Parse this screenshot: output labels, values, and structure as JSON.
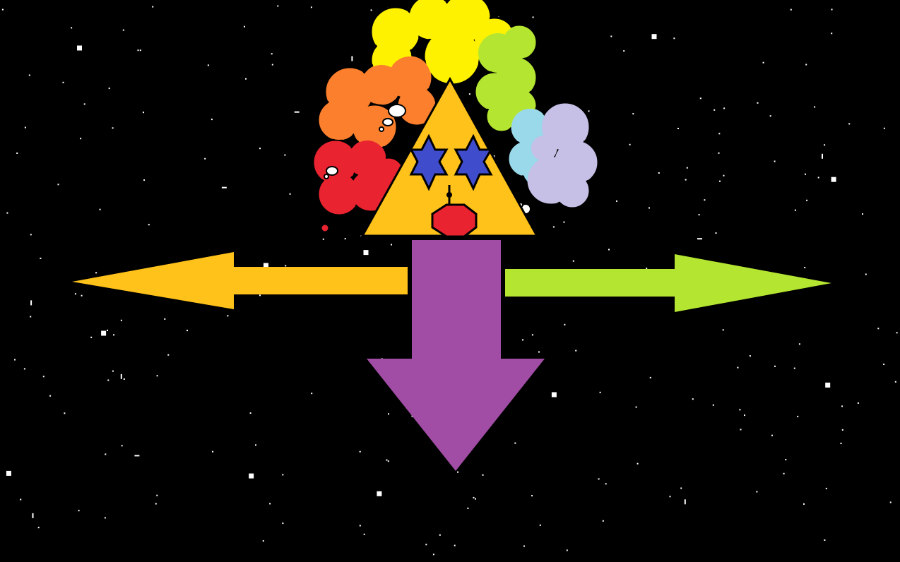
{
  "background_color": "#000000",
  "star_color": "#ffffff",
  "figure": {
    "body_color": "#ffc21a",
    "eye_color": "#3f4ccc",
    "mouth_color": "#ea2330",
    "outline_color": "#000000",
    "thought_clouds": [
      {
        "name": "red",
        "color": "#ea2330"
      },
      {
        "name": "orange",
        "color": "#fb7f2c"
      },
      {
        "name": "yellow",
        "color": "#fff200"
      },
      {
        "name": "green",
        "color": "#b4e530"
      },
      {
        "name": "light-blue",
        "color": "#99d9ea"
      },
      {
        "name": "lavender",
        "color": "#c6bfe6"
      }
    ]
  },
  "arrows": {
    "left": {
      "direction": "left",
      "color": "#ffc21a"
    },
    "right": {
      "direction": "right",
      "color": "#b4e530"
    },
    "down": {
      "direction": "down",
      "color": "#a14ca5"
    }
  }
}
